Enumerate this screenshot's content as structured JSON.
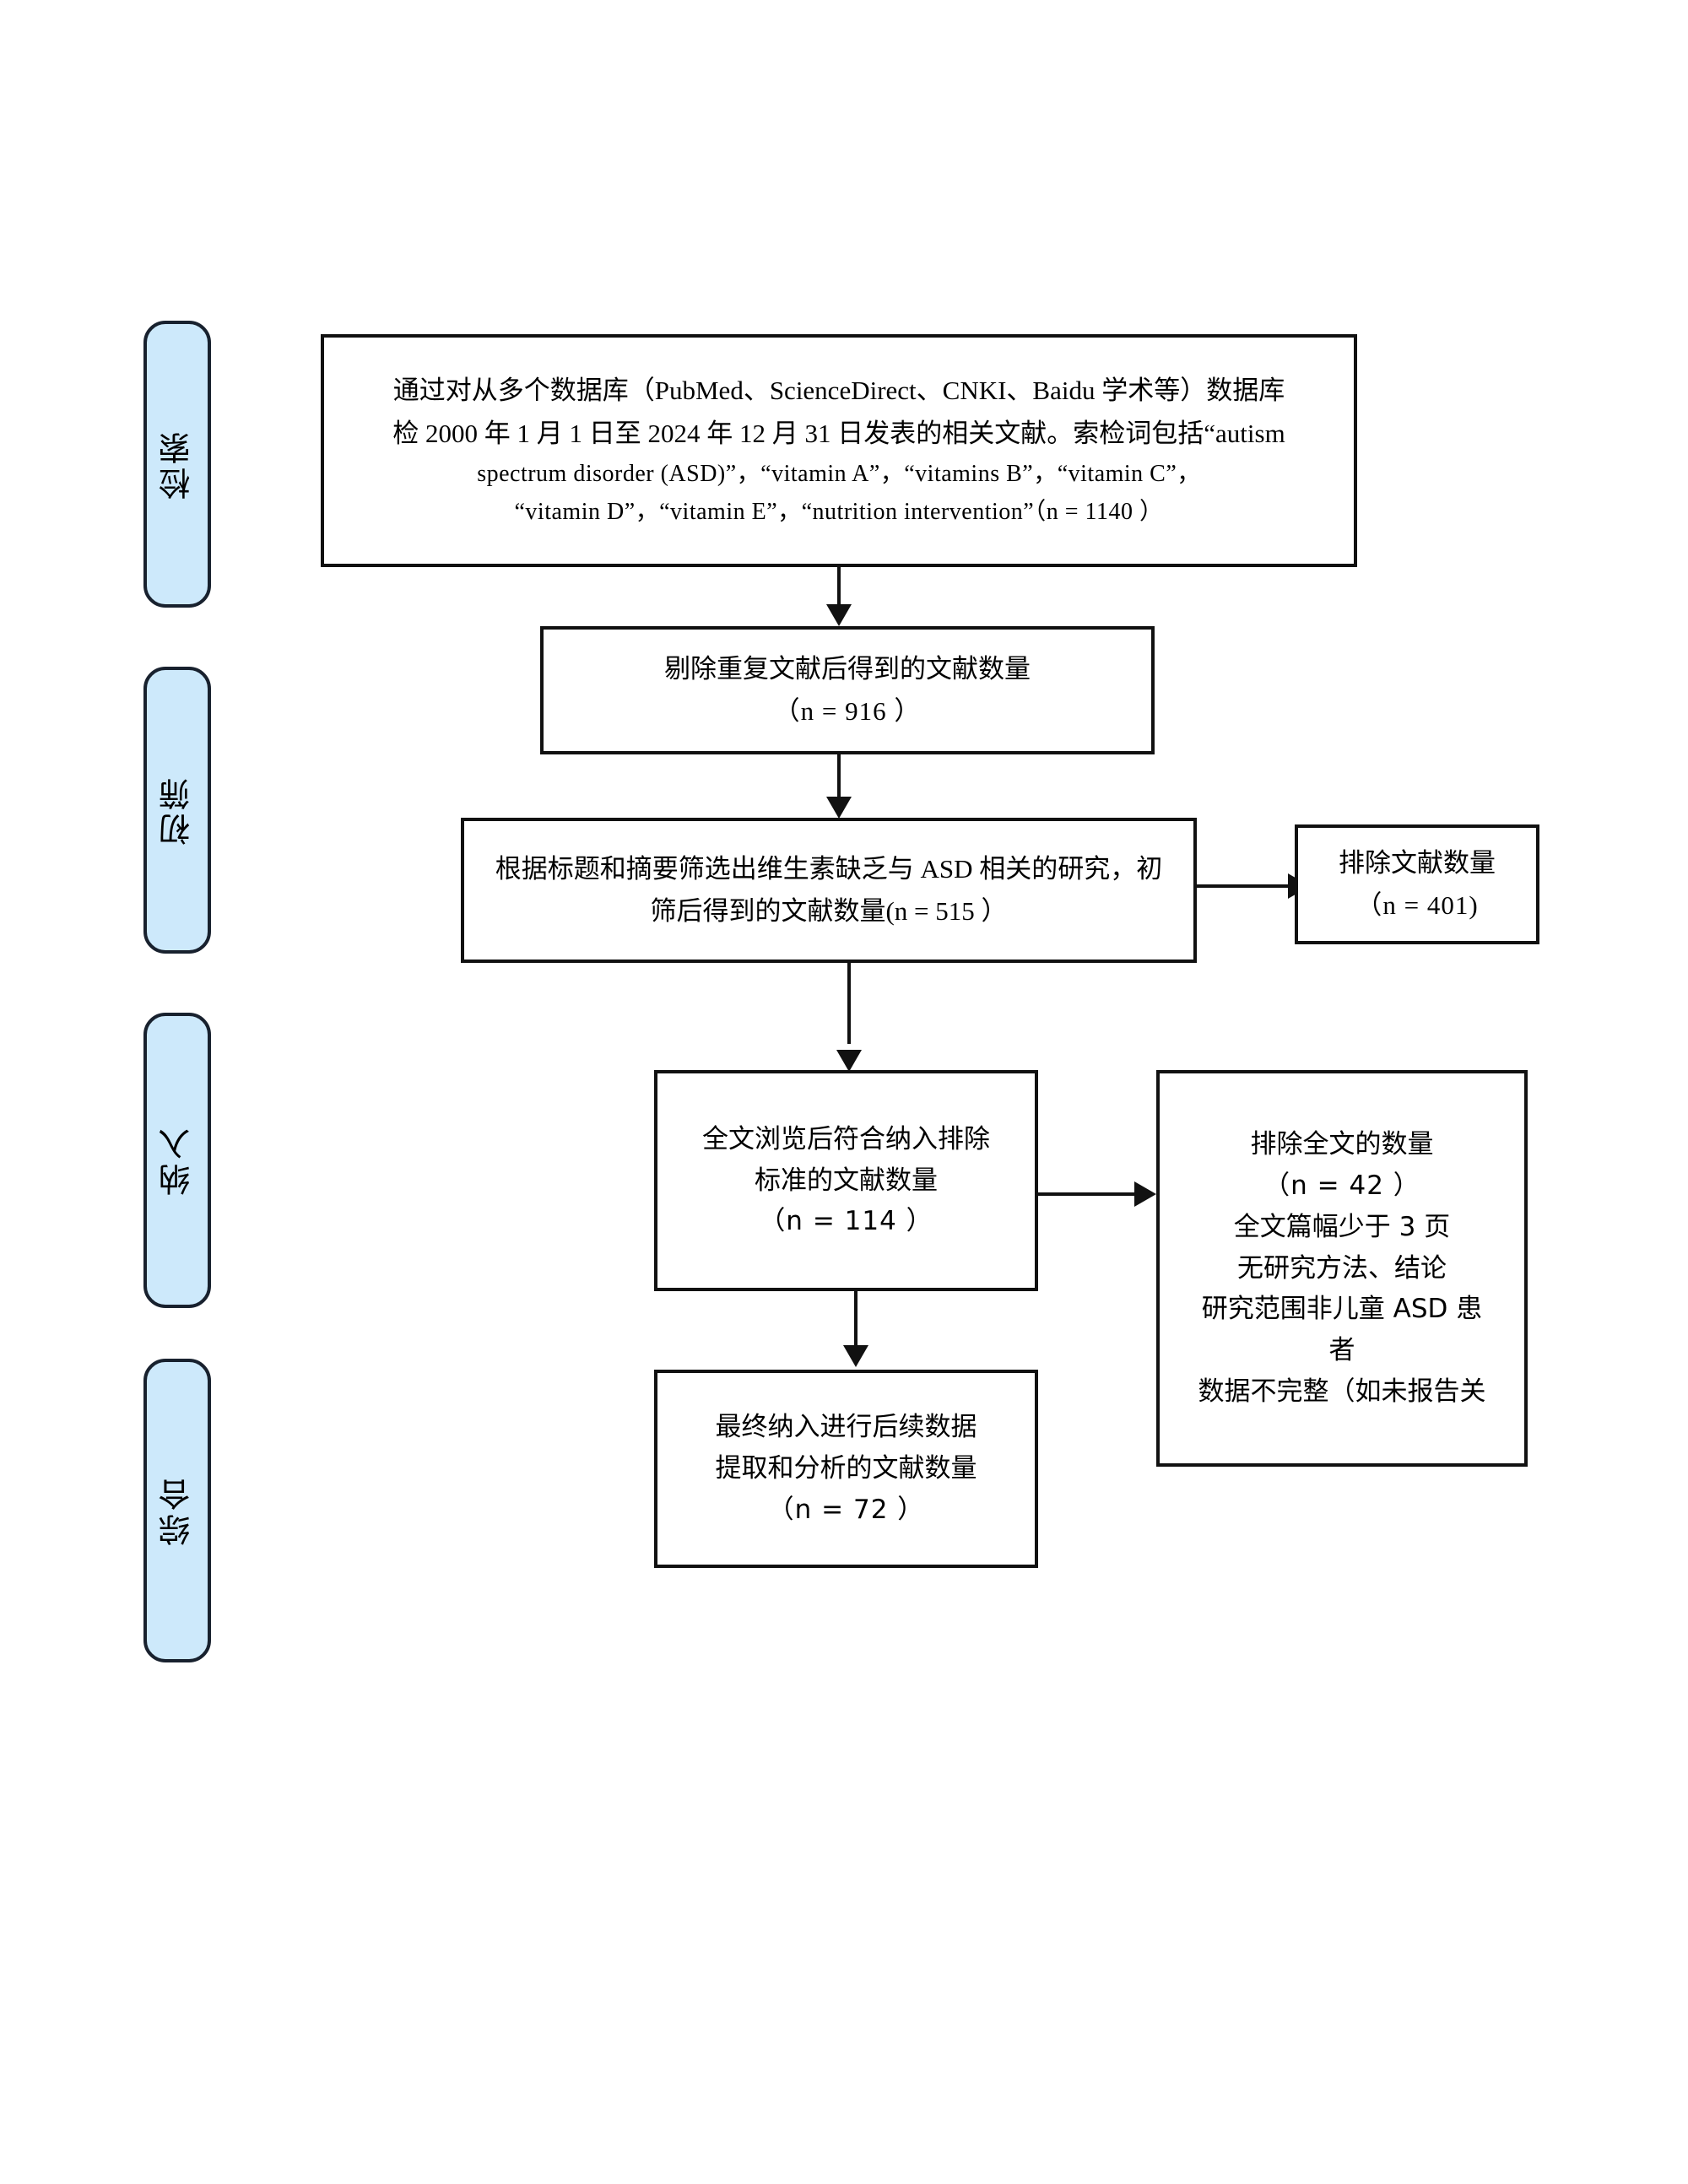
{
  "diagram": {
    "type": "prisma-flow",
    "title": "",
    "accent_color": "#cde9fb",
    "border_color": "#18212e",
    "line_color": "#111111"
  },
  "stages": [
    {
      "id": "search",
      "label": "检索"
    },
    {
      "id": "screening",
      "label": "初筛"
    },
    {
      "id": "eligibility",
      "label": "纳入"
    },
    {
      "id": "synthesis",
      "label": "综合"
    }
  ],
  "boxes": {
    "identification": {
      "name": "identification-box",
      "lines": [
        "通过对从多个数据库（PubMed、ScienceDirect、CNKI、Baidu 学术等）数据库",
        "检 2000 年 1 月 1 日至 2024 年 12 月 31 日发表的相关文献。索检词包括“autism",
        "spectrum disorder (ASD)”，“vitamin A”，“vitamins B”，“vitamin C”，",
        "“vitamin D”，“vitamin E”，“nutrition intervention”（n = 1140 ）"
      ],
      "n": 1140
    },
    "deduplicated": {
      "name": "deduplicated-box",
      "lines": [
        "剔除重复文献后得到的文献数量",
        "（n = 916 ）"
      ],
      "n": 916
    },
    "title_abstract_screened": {
      "name": "title-abstract-screening-box",
      "lines": [
        "根据标题和摘要筛选出维生素缺乏与 ASD 相关的研究，初",
        "筛后得到的文献数量(n = 515 ）"
      ],
      "n": 515
    },
    "records_excluded": {
      "name": "records-excluded-box",
      "lines": [
        "排除文献数量",
        "（n = 401)"
      ],
      "n": 401
    },
    "fulltext_assessed": {
      "name": "fulltext-assessed-box",
      "lines": [
        "全文浏览后符合纳入排除",
        "标准的文献数量",
        "（n = 114 ）"
      ],
      "n": 114
    },
    "fulltext_excluded": {
      "name": "fulltext-excluded-box",
      "lines": [
        "排除全文的数量",
        "（n = 42 ）",
        "全文篇幅少于 3 页",
        "无研究方法、结论",
        "研究范围非儿童 ASD 患",
        "者",
        "数据不完整（如未报告关"
      ],
      "n": 42
    },
    "included": {
      "name": "included-box",
      "lines": [
        "最终纳入进行后续数据",
        "提取和分析的文献数量",
        "（n = 72 ）"
      ],
      "n": 72
    }
  }
}
